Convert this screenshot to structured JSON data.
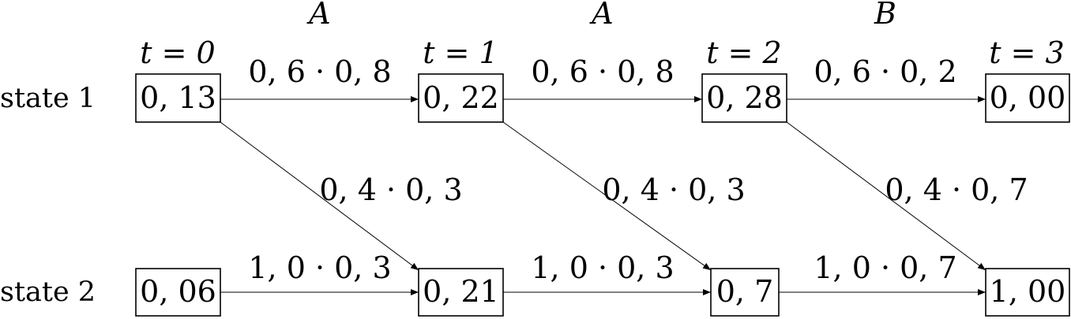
{
  "observations": [
    "A",
    "A",
    "B"
  ],
  "time_labels": [
    "t = 0",
    "t = 1",
    "t = 2",
    "t = 3"
  ],
  "state_labels": [
    "state 1",
    "state 2"
  ],
  "nodes": [
    {
      "id": "s1t0",
      "state": 1,
      "time": 0,
      "value": "0, 13"
    },
    {
      "id": "s1t1",
      "state": 1,
      "time": 1,
      "value": "0, 22"
    },
    {
      "id": "s1t2",
      "state": 1,
      "time": 2,
      "value": "0, 28"
    },
    {
      "id": "s1t3",
      "state": 1,
      "time": 3,
      "value": "0, 00"
    },
    {
      "id": "s2t0",
      "state": 2,
      "time": 0,
      "value": "0, 06"
    },
    {
      "id": "s2t1",
      "state": 2,
      "time": 1,
      "value": "0, 21"
    },
    {
      "id": "s2t2",
      "state": 2,
      "time": 2,
      "value": "0, 7"
    },
    {
      "id": "s2t3",
      "state": 2,
      "time": 3,
      "value": "1, 00"
    }
  ],
  "edges": [
    {
      "from": "s1t0",
      "to": "s1t1",
      "label": "0, 6 · 0, 8"
    },
    {
      "from": "s1t1",
      "to": "s1t2",
      "label": "0, 6 · 0, 8"
    },
    {
      "from": "s1t2",
      "to": "s1t3",
      "label": "0, 6 · 0, 2"
    },
    {
      "from": "s1t0",
      "to": "s2t1",
      "label": "0, 4 · 0, 3"
    },
    {
      "from": "s1t1",
      "to": "s2t2",
      "label": "0, 4 · 0, 3"
    },
    {
      "from": "s1t2",
      "to": "s2t3",
      "label": "0, 4 · 0, 7"
    },
    {
      "from": "s2t0",
      "to": "s2t1",
      "label": "1, 0 · 0, 3"
    },
    {
      "from": "s2t1",
      "to": "s2t2",
      "label": "1, 0 · 0, 3"
    },
    {
      "from": "s2t2",
      "to": "s2t3",
      "label": "1, 0 · 0, 7"
    }
  ]
}
